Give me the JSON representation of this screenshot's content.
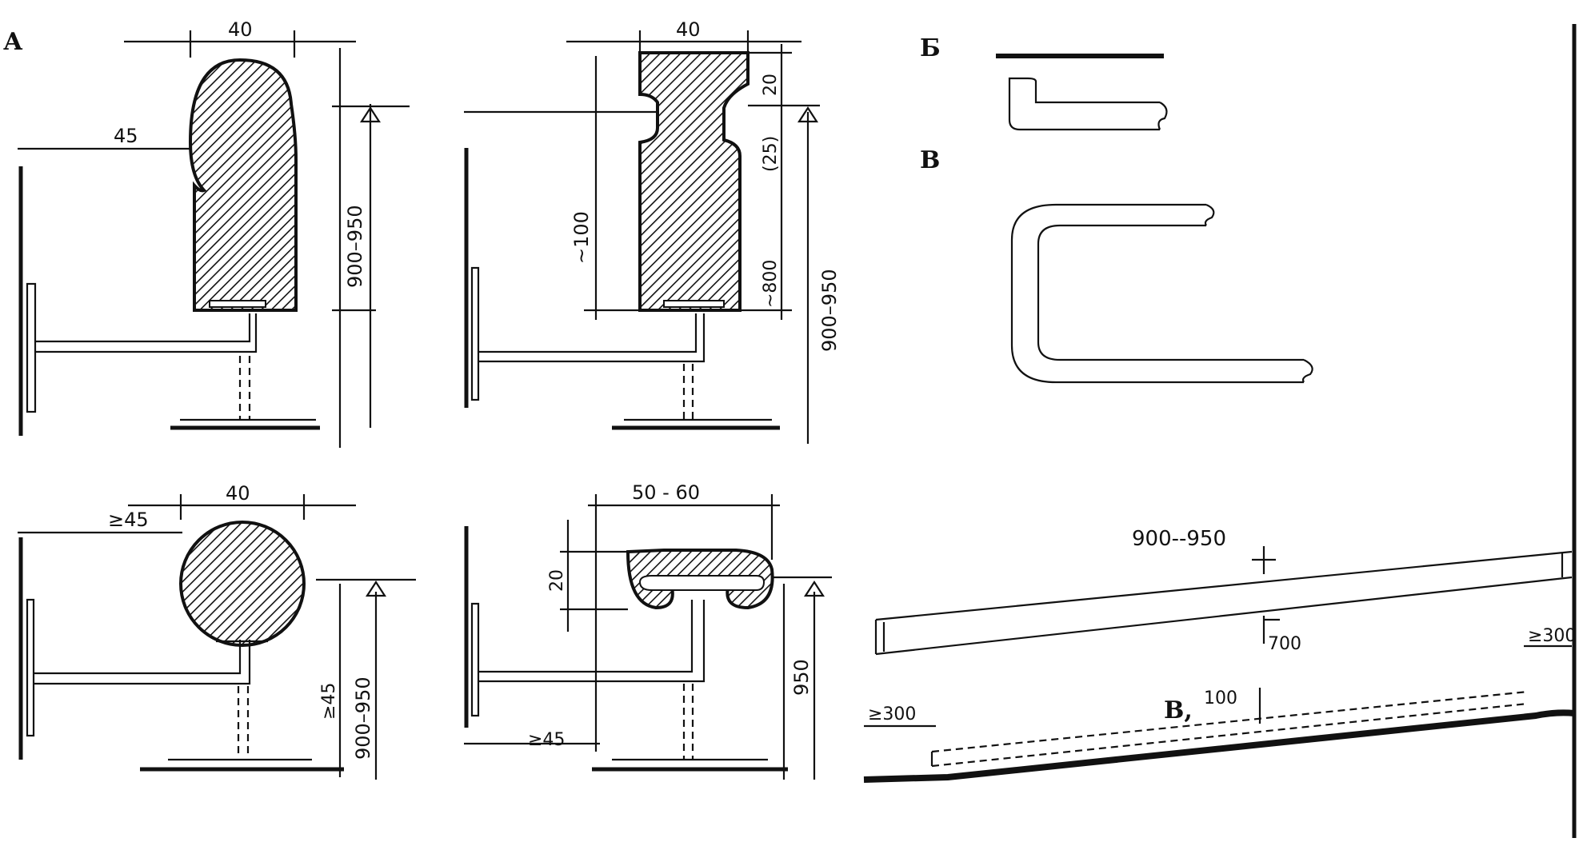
{
  "section_labels": {
    "a": "А",
    "b": "Б",
    "v1": "В",
    "v2": "В,"
  },
  "dims": {
    "d40a": "40",
    "d45": "45",
    "d900_950a": "900–950",
    "d40b": "40",
    "d20a": "20",
    "d25": "(25)",
    "d100": "~100",
    "d800": "~800",
    "d900_950b": "900–950",
    "d40c": "40",
    "dge45a": "≥45",
    "dge45b": "≥45",
    "d900_950c": "900–950",
    "d50_60": "50 - 60",
    "d20b": "20",
    "dge45c": "≥45",
    "d950": "950",
    "d900_950d": "900--950",
    "d700": "700",
    "dge300a": "≥300",
    "dge300b": "≥300",
    "d100b": "100"
  }
}
